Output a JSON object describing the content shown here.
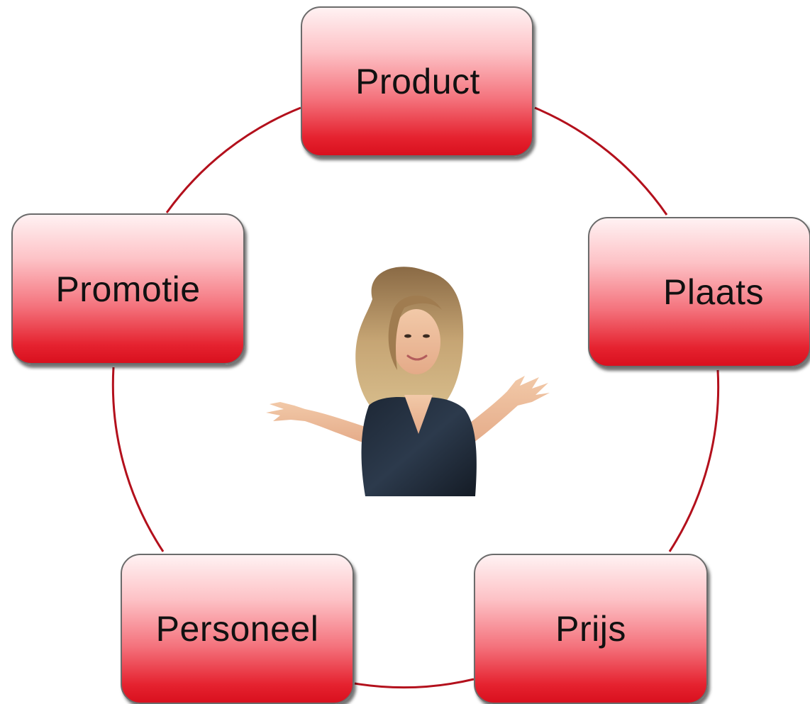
{
  "diagram": {
    "nodes": [
      {
        "id": "product",
        "label": "Product"
      },
      {
        "id": "plaats",
        "label": "Plaats"
      },
      {
        "id": "prijs",
        "label": "Prijs"
      },
      {
        "id": "personeel",
        "label": "Personeel"
      },
      {
        "id": "promotie",
        "label": "Promotie"
      }
    ],
    "ring_color": "#b3101c",
    "node_gradient": [
      "#fff2f3",
      "#fdc2c6",
      "#f4727c",
      "#e5222f",
      "#d9101e"
    ],
    "center_image": "woman-presenting-photo"
  }
}
